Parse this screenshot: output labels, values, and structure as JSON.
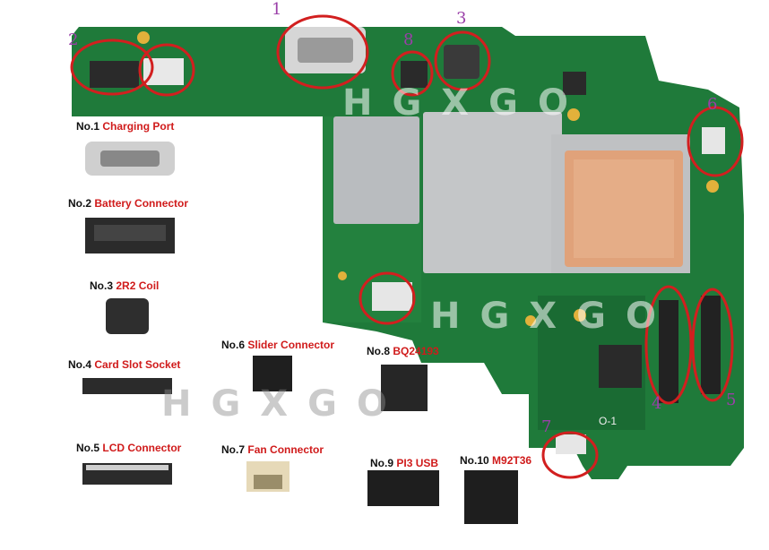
{
  "colors": {
    "board": "#1f7a3a",
    "board_light": "#2c8f48",
    "shield": "#b9bcbf",
    "pad": "#e0a27a",
    "circle": "#d21f1f",
    "number": "#9a3fa8",
    "label_red": "#d01b1b"
  },
  "watermark": "HGXGO",
  "callout_numbers": [
    "1",
    "2",
    "3",
    "4",
    "5",
    "6",
    "7",
    "8"
  ],
  "board_marks": [
    "O-1"
  ],
  "parts": [
    {
      "no": "No.1",
      "name": "Charging Port"
    },
    {
      "no": "No.2",
      "name": "Battery Connector"
    },
    {
      "no": "No.3",
      "name": "2R2 Coil"
    },
    {
      "no": "No.4",
      "name": "Card Slot Socket"
    },
    {
      "no": "No.5",
      "name": "LCD Connector"
    },
    {
      "no": "No.6",
      "name": "Slider Connector"
    },
    {
      "no": "No.7",
      "name": "Fan Connector"
    },
    {
      "no": "No.8",
      "name": "BQ24193"
    },
    {
      "no": "No.9",
      "name": "PI3 USB"
    },
    {
      "no": "No.10",
      "name": "M92T36"
    }
  ]
}
